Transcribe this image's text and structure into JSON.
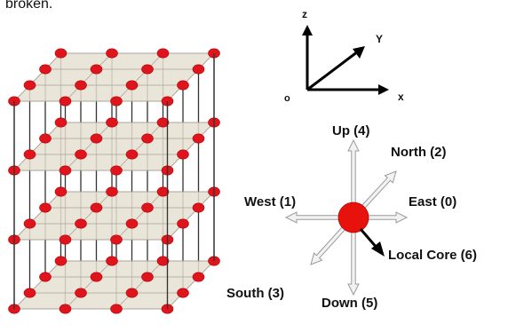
{
  "caption_fragment": "broken.",
  "axes": {
    "z": "z",
    "y": "Y",
    "x": "x",
    "origin": "o"
  },
  "directions": {
    "up": "Up (4)",
    "north": "North (2)",
    "west": "West (1)",
    "east": "East (0)",
    "local_core": "Local Core (6)",
    "south": "South (3)",
    "down": "Down (5)"
  },
  "colors": {
    "node": "#e0141c",
    "node_edge": "#b00000",
    "layer_fill": "#e6e0d2",
    "line": "#333333",
    "arrow_fill": "#f2f2f2",
    "arrow_stroke": "#9a9a9a",
    "core": "#e8120c"
  },
  "lattice": {
    "nodes_per_side": 4,
    "layers": 4
  }
}
